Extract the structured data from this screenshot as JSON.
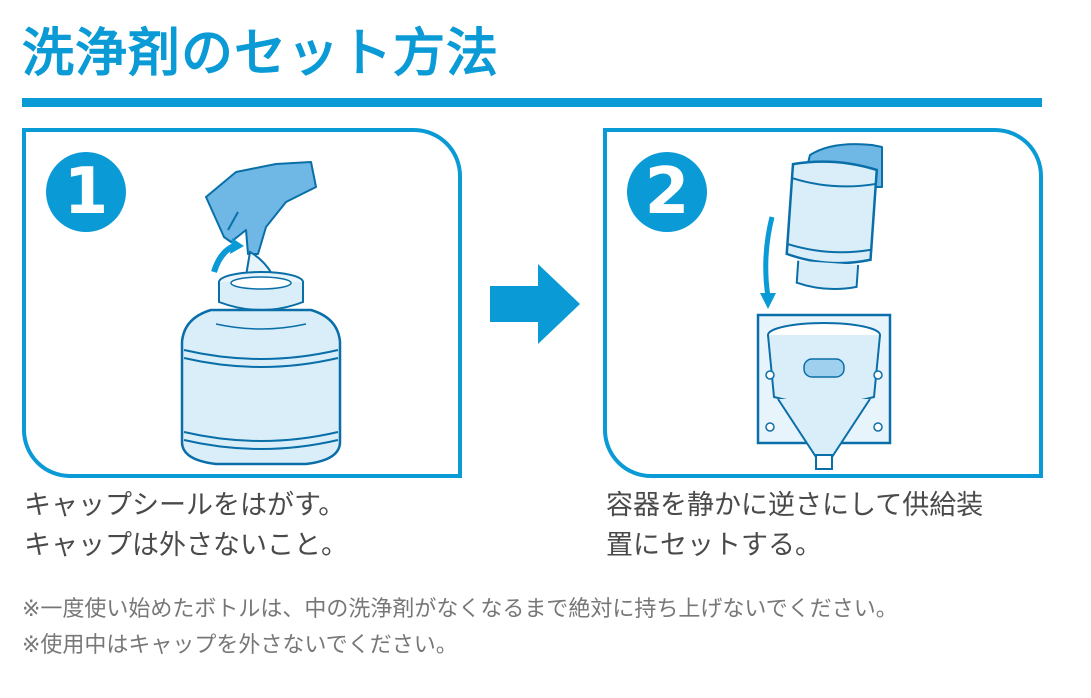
{
  "title": "洗浄剤のセット方法",
  "steps": [
    {
      "number": "1",
      "caption_line1": "キャップシールをはがす。",
      "caption_line2": "キャップは外さないこと。"
    },
    {
      "number": "2",
      "caption_line1": "容器を静かに逆さにして供給装",
      "caption_line2": "置にセットする。"
    }
  ],
  "notes": [
    "※一度使い始めたボトルは、中の洗浄剤がなくなるまで絶対に持ち上げないでください。",
    "※使用中はキャップを外さないでください。"
  ],
  "colors": {
    "accent": "#0a9ad6",
    "bottle_fill": "#d9eef9",
    "glove_fill": "#6fb8e6",
    "text": "#4a4a4a"
  }
}
